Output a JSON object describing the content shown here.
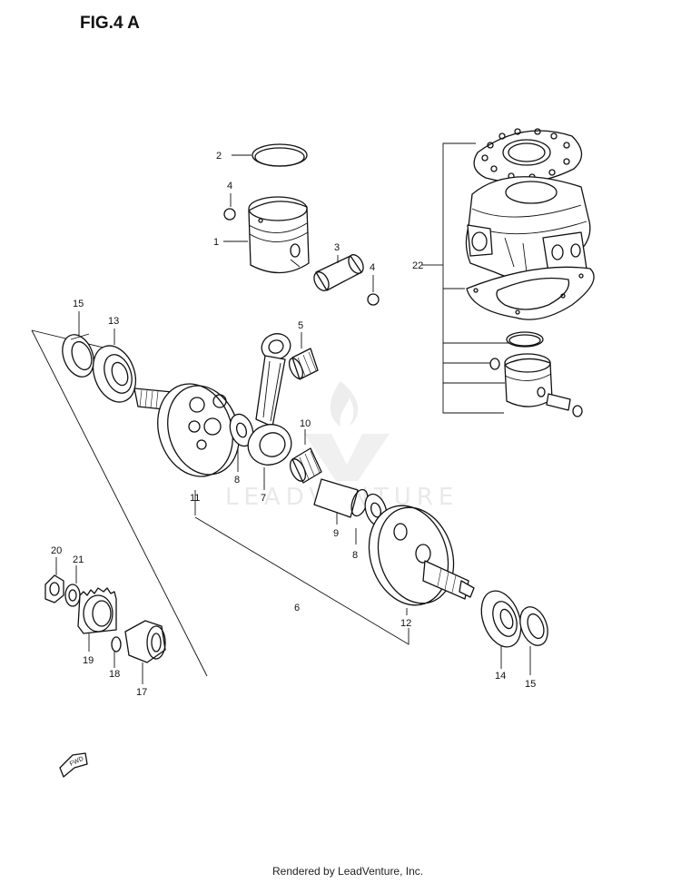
{
  "figure": {
    "title": "FIG.4 A",
    "footer": "Rendered by LeadVenture, Inc.",
    "watermark": "LEADVENTURE"
  },
  "callouts": {
    "c1": "1",
    "c2": "2",
    "c3": "3",
    "c4a": "4",
    "c4b": "4",
    "c5": "5",
    "c6": "6",
    "c7": "7",
    "c8a": "8",
    "c8b": "8",
    "c9": "9",
    "c10": "10",
    "c11": "11",
    "c12": "12",
    "c13": "13",
    "c14": "14",
    "c15a": "15",
    "c15b": "15",
    "c17": "17",
    "c18": "18",
    "c19": "19",
    "c20": "20",
    "c21": "21",
    "c22": "22"
  },
  "fwd_label": "FWD"
}
